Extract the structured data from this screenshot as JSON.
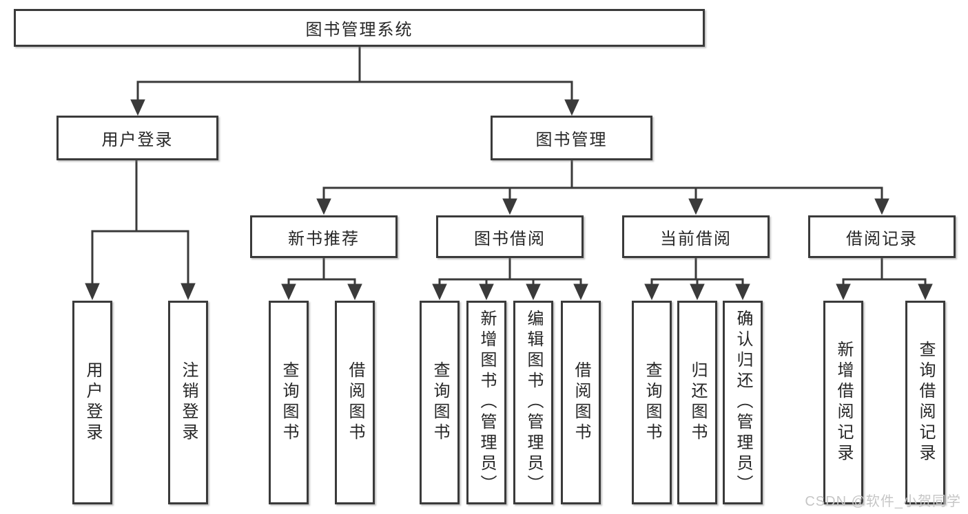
{
  "page": {
    "background": "#ffffff",
    "watermark": {
      "text": "CSDN @软件_小贺同学",
      "color": "#c6c6c6"
    }
  },
  "diagram": {
    "type": "hierarchy",
    "colors": {
      "box_border": "#3a3a3a",
      "box_fill": "#ffffff",
      "line": "#3a3a3a",
      "text": "#262626"
    },
    "root": {
      "label": "图书管理系统"
    },
    "branches": [
      {
        "label": "用户登录",
        "children": [
          {
            "label": "用户登录"
          },
          {
            "label": "注销登录"
          }
        ]
      },
      {
        "label": "图书管理",
        "sections": [
          {
            "label": "新书推荐",
            "children": [
              {
                "label": "查询图书"
              },
              {
                "label": "借阅图书"
              }
            ]
          },
          {
            "label": "图书借阅",
            "children": [
              {
                "label": "查询图书"
              },
              {
                "label": "新增图书（管理员）"
              },
              {
                "label": "编辑图书（管理员）"
              },
              {
                "label": "借阅图书"
              }
            ]
          },
          {
            "label": "当前借阅",
            "children": [
              {
                "label": "查询图书"
              },
              {
                "label": "归还图书"
              },
              {
                "label": "确认归还（管理员）"
              }
            ]
          },
          {
            "label": "借阅记录",
            "children": [
              {
                "label": "新增借阅记录"
              },
              {
                "label": "查询借阅记录"
              }
            ]
          }
        ]
      }
    ]
  }
}
